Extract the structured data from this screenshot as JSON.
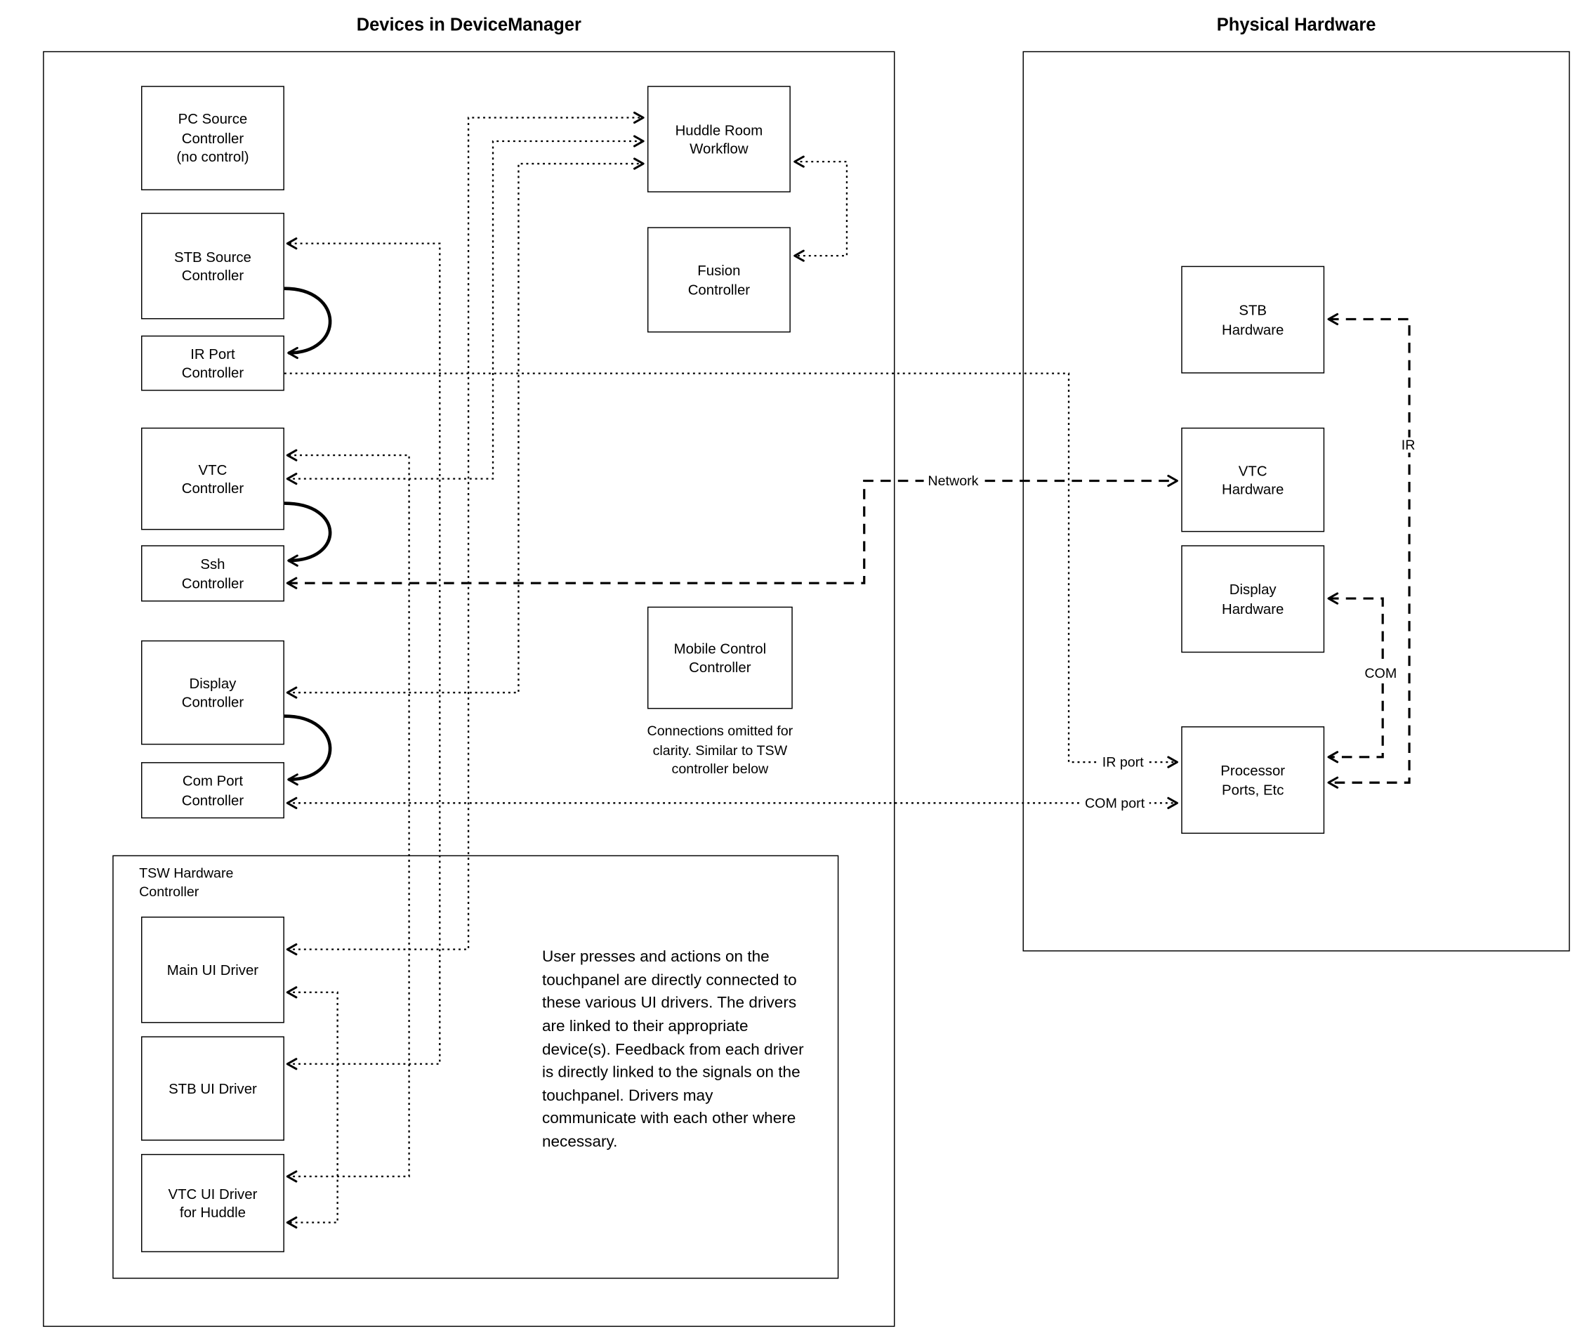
{
  "titles": {
    "device_manager": "Devices in DeviceManager",
    "physical_hardware": "Physical Hardware"
  },
  "nodes": {
    "pc_source": "PC Source\nController\n(no control)",
    "stb_source": "STB Source\nController",
    "ir_port": "IR Port\nController",
    "vtc": "VTC\nController",
    "ssh": "Ssh\nController",
    "display": "Display\nController",
    "com_port": "Com Port\nController",
    "huddle": "Huddle Room\nWorkflow",
    "fusion": "Fusion\nController",
    "mobile": "Mobile Control\nController",
    "tsw_container": "TSW Hardware\nController",
    "main_ui": "Main UI Driver",
    "stb_ui": "STB UI Driver",
    "vtc_ui": "VTC UI Driver\nfor Huddle",
    "stb_hw": "STB\nHardware",
    "vtc_hw": "VTC\nHardware",
    "display_hw": "Display\nHardware",
    "processor": "Processor\nPorts, Etc"
  },
  "edge_labels": {
    "network": "Network",
    "ir": "IR",
    "com": "COM",
    "ir_port": "IR port",
    "com_port": "COM port"
  },
  "notes": {
    "mobile_note": "Connections omitted for\nclarity. Similar to TSW\ncontroller below",
    "tsw_note": "User presses and actions on the touchpanel are directly connected to these various UI drivers.  The drivers are linked to their appropriate device(s). Feedback from each driver is directly linked to the signals on the touchpanel. Drivers may communicate with each other where necessary."
  },
  "colors": {
    "stroke": "#000000",
    "background": "#ffffff"
  },
  "edges": [
    {
      "from": "Main UI Driver",
      "to": "Huddle Room Workflow",
      "style": "dotted",
      "bidirectional": true
    },
    {
      "from": "VTC Controller",
      "to": "Huddle Room Workflow",
      "style": "dotted",
      "bidirectional": true
    },
    {
      "from": "Display Controller",
      "to": "Huddle Room Workflow",
      "style": "dotted",
      "bidirectional": true
    },
    {
      "from": "STB UI Driver",
      "to": "STB Source Controller",
      "style": "dotted",
      "bidirectional": true
    },
    {
      "from": "VTC UI Driver for Huddle",
      "to": "VTC Controller",
      "style": "dotted",
      "bidirectional": true
    },
    {
      "from": "Main UI Driver",
      "to": "VTC UI Driver for Huddle",
      "style": "dotted",
      "bidirectional": true
    },
    {
      "from": "Huddle Room Workflow",
      "to": "Fusion Controller",
      "style": "dotted",
      "bidirectional": true
    },
    {
      "from": "STB Source Controller",
      "to": "IR Port Controller",
      "style": "solid",
      "bidirectional": false
    },
    {
      "from": "VTC Controller",
      "to": "Ssh Controller",
      "style": "solid",
      "bidirectional": false
    },
    {
      "from": "Display Controller",
      "to": "Com Port Controller",
      "style": "solid",
      "bidirectional": false
    },
    {
      "from": "IR Port Controller",
      "to": "Processor Ports, Etc",
      "style": "dotted",
      "label": "IR port",
      "bidirectional": false
    },
    {
      "from": "Com Port Controller",
      "to": "Processor Ports, Etc",
      "style": "dotted",
      "label": "COM port",
      "bidirectional": true
    },
    {
      "from": "Ssh Controller",
      "to": "VTC Hardware",
      "style": "dashed",
      "label": "Network",
      "bidirectional": true
    },
    {
      "from": "Processor Ports, Etc",
      "to": "STB Hardware",
      "style": "dashed",
      "label": "IR",
      "bidirectional": true
    },
    {
      "from": "Processor Ports, Etc",
      "to": "Display Hardware",
      "style": "dashed",
      "label": "COM",
      "bidirectional": true
    }
  ]
}
